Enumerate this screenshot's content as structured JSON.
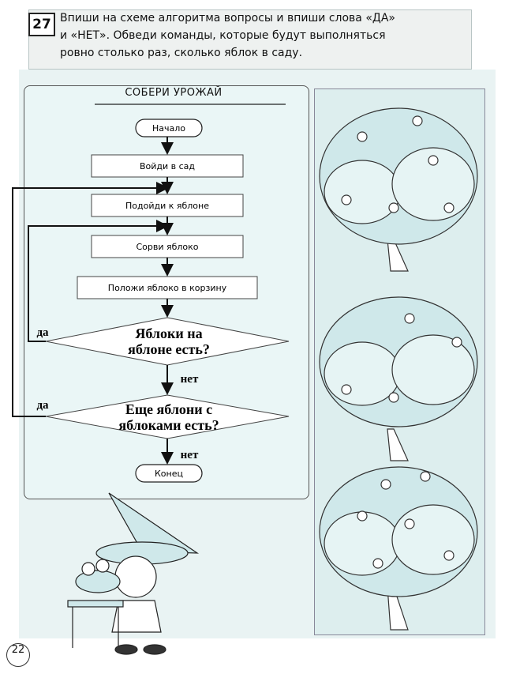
{
  "task": {
    "number": "27",
    "line1": "Впиши на схеме алгоритма вопросы и впиши слова «ДА»",
    "line2": "и «НЕТ». Обведи команды, которые будут выполняться",
    "line3": "ровно столько раз, сколько яблок в саду."
  },
  "flowchart": {
    "title": "СОБЕРИ УРОЖАЙ",
    "start": "Начало",
    "steps": [
      "Войди в сад",
      "Подойди к яблоне",
      "Сорви яблоко",
      "Положи яблоко в корзину"
    ],
    "cond1": {
      "line1": "Яблоки на",
      "line2": "яблоне есть?",
      "yes": "да",
      "no": "нет"
    },
    "cond2": {
      "line1": "Еще яблони с",
      "line2": "яблоками есть?",
      "yes": "да",
      "no": "нет"
    },
    "end": "Конец"
  },
  "page_number": "22",
  "colors": {
    "panel": "#eaf6f6",
    "trees_panel": "#ddeeee",
    "line": "#111111"
  }
}
